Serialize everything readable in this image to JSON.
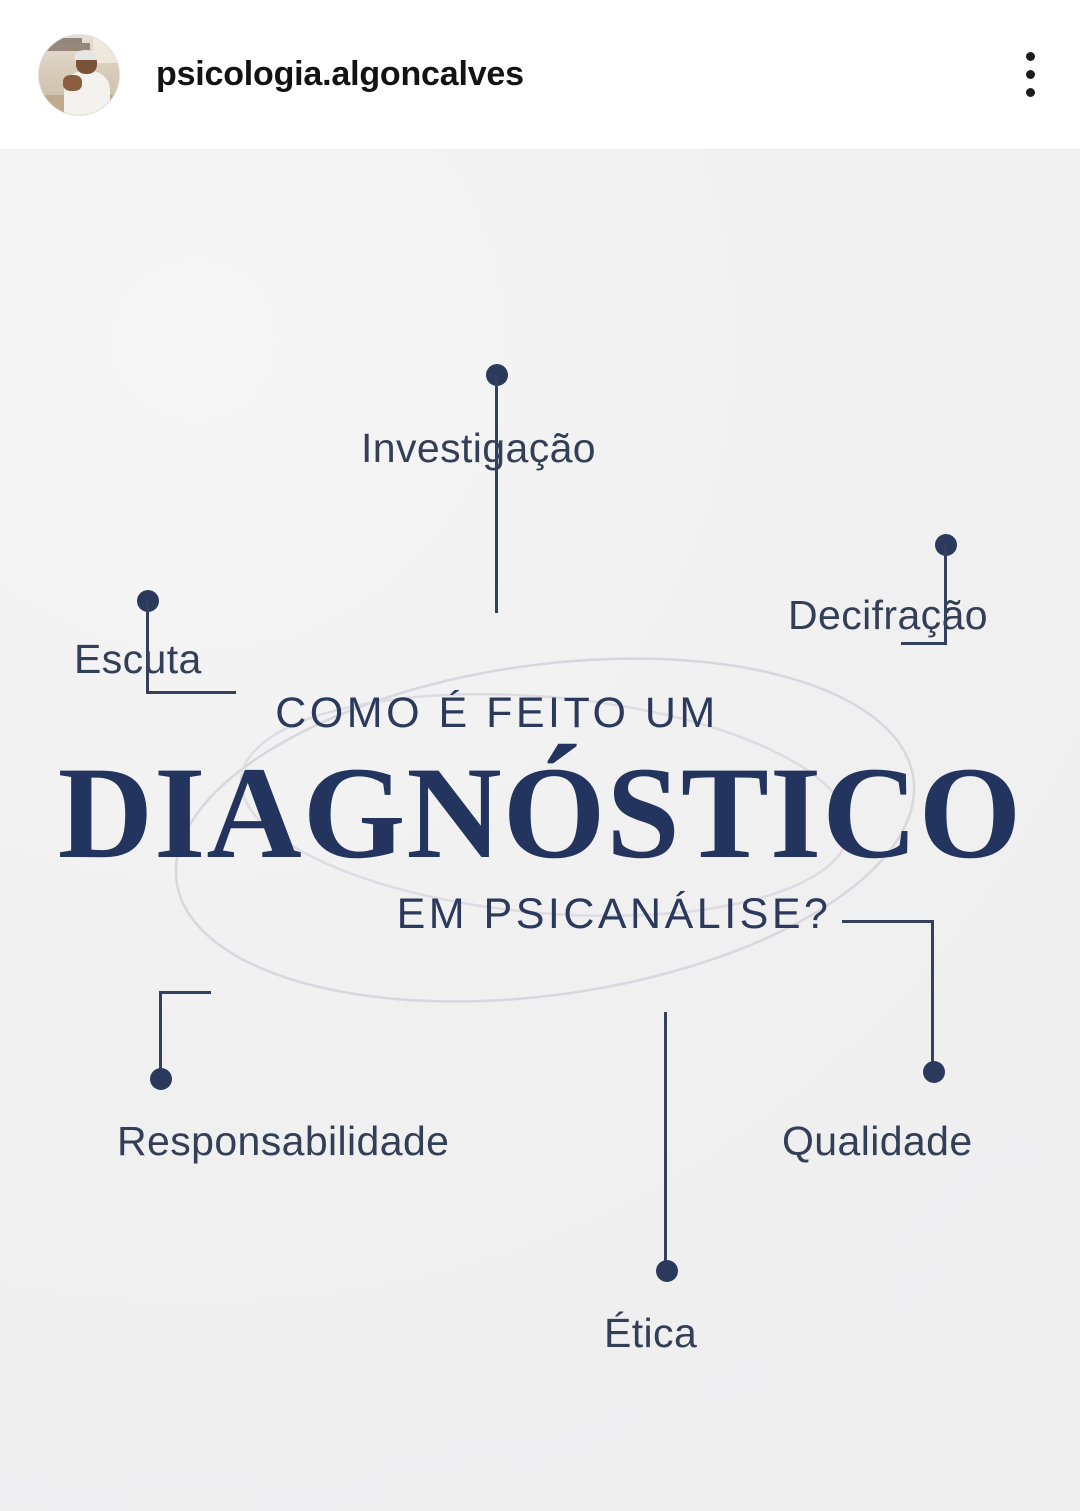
{
  "header": {
    "username": "psicologia.algoncalves",
    "avatar_alt": "profile-photo",
    "menu_icon": "more-options-icon"
  },
  "post": {
    "background_color": "#f1f1f1",
    "accent_color": "#2b3a5c",
    "line_color": "#33415c",
    "title": {
      "line1": "COMO É FEITO UM",
      "line2": "DIAGNÓSTICO",
      "line3": "EM PSICANÁLISE?"
    },
    "nodes": [
      {
        "id": "investigacao",
        "label": "Investigação"
      },
      {
        "id": "decifracao",
        "label": "Decifração"
      },
      {
        "id": "escuta",
        "label": "Escuta"
      },
      {
        "id": "responsabilidade",
        "label": "Responsabilidade"
      },
      {
        "id": "etica",
        "label": "Ética"
      },
      {
        "id": "qualidade",
        "label": "Qualidade"
      }
    ]
  }
}
